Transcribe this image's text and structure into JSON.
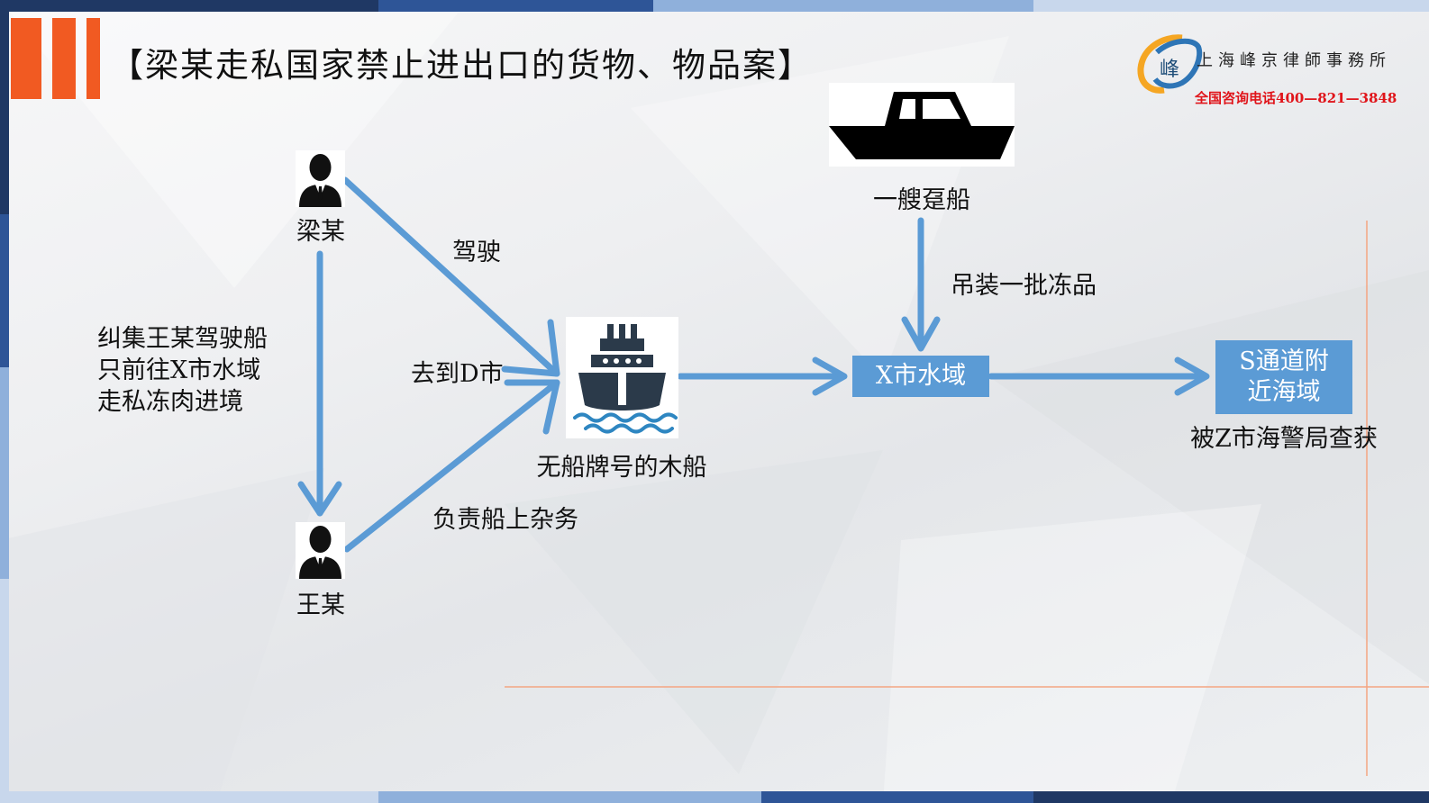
{
  "title": "【梁某走私国家禁止进出口的货物、物品案】",
  "logo": {
    "glyph": "峰",
    "firm_name": "上海峰京律師事務所",
    "phone": "全国咨询电话400—821—3848"
  },
  "persons": {
    "liang": "梁某",
    "wang": "王某"
  },
  "labels": {
    "drive": "驾驶",
    "go_d": "去到D市",
    "chores": "负责船上杂务",
    "recruit": [
      "纠集王某驾驶船",
      "只前往X市水域",
      "走私冻肉进境"
    ],
    "wooden_boat": "无船牌号的木船",
    "speedboat": "一艘趸船",
    "hoist": "吊装一批冻品",
    "x_waters": "X市水域",
    "s_channel": [
      "S通道附",
      "近海域"
    ],
    "seized": "被Z市海警局查获"
  },
  "colors": {
    "accent_orange": "#f15a22",
    "arrow_blue": "#5b9bd5",
    "phone_red": "#e0141a"
  },
  "icons": {
    "person": "businessman-icon",
    "ship": "ship-icon",
    "boat": "speedboat-icon"
  }
}
